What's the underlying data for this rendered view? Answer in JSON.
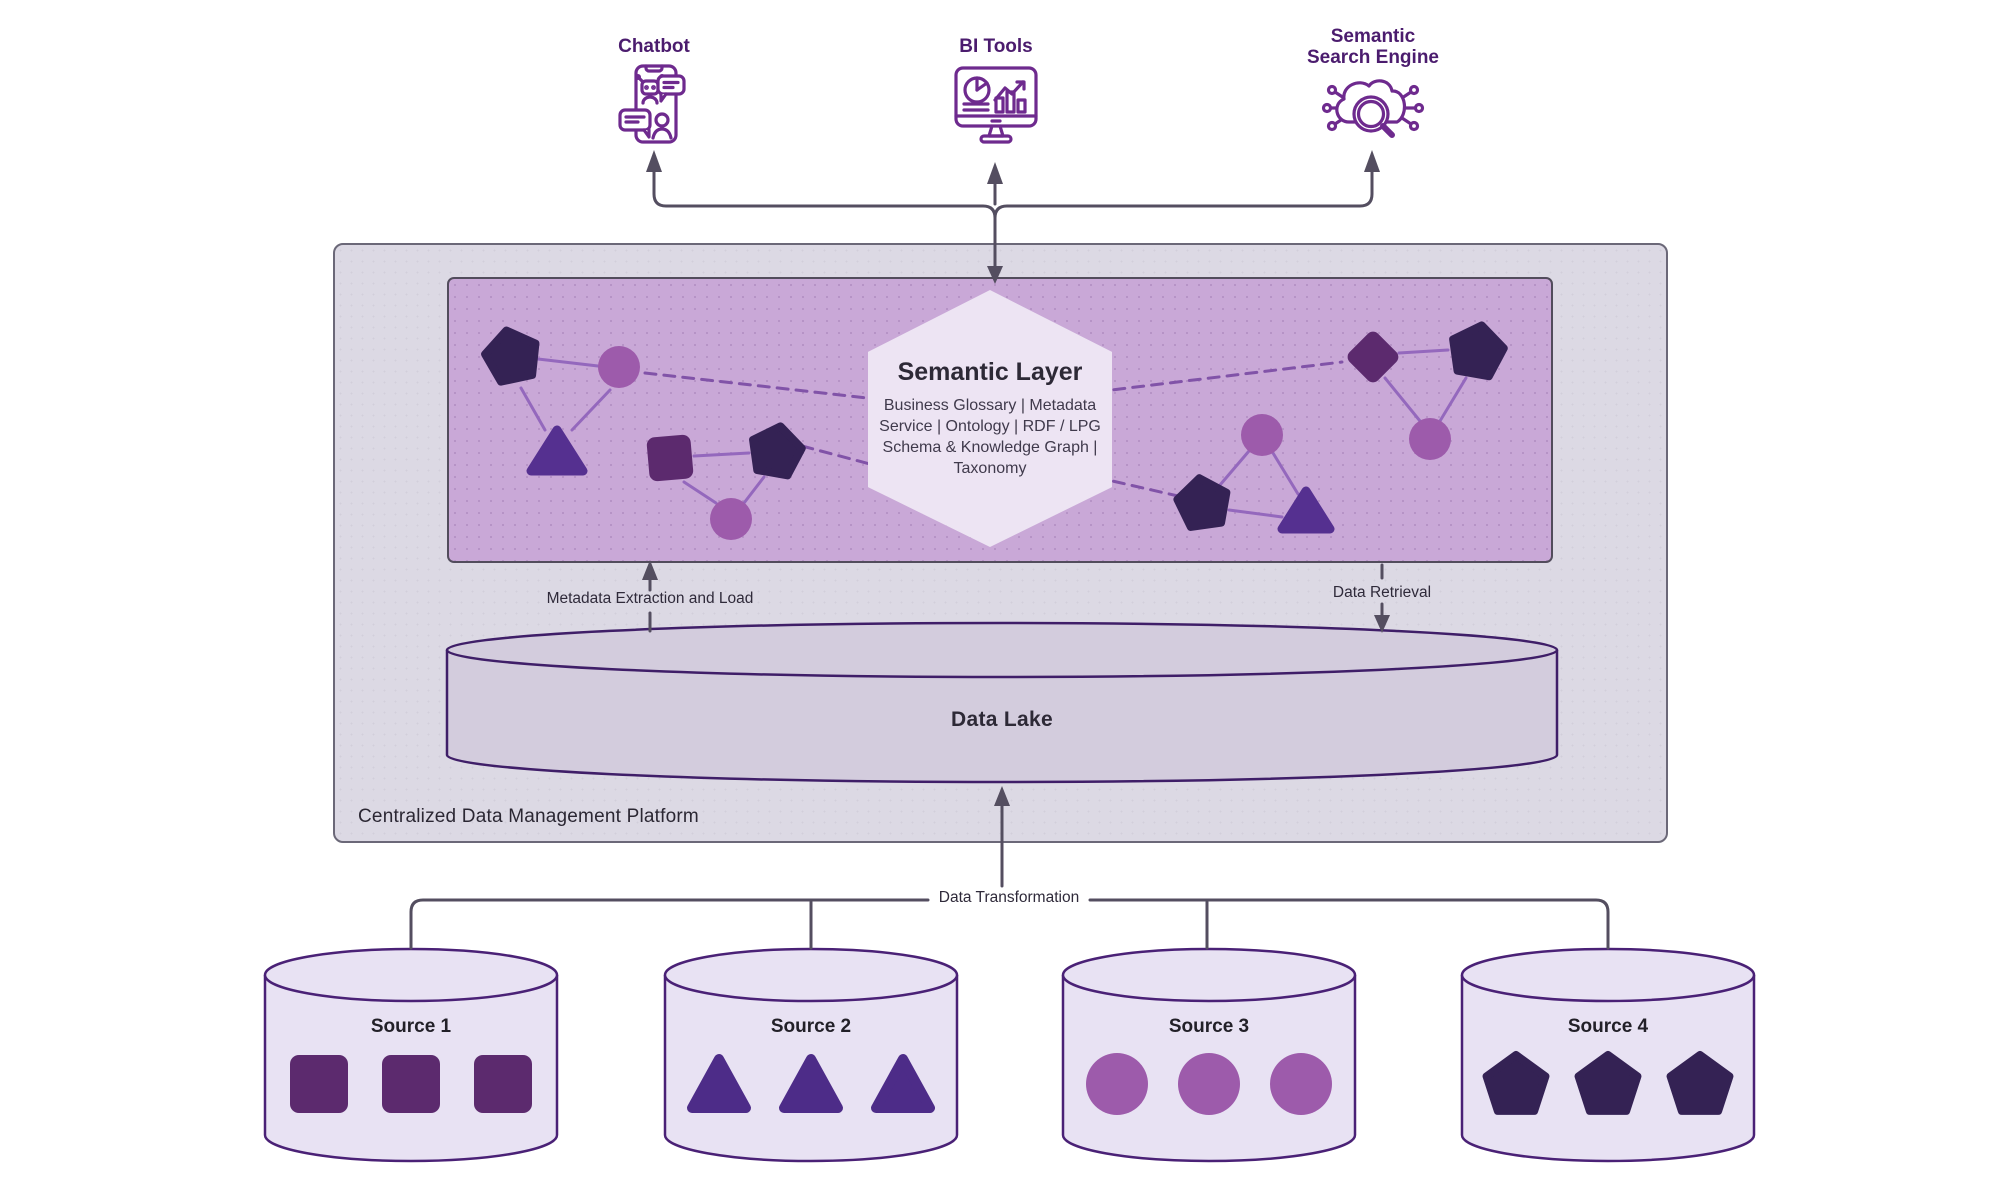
{
  "consumers": [
    {
      "label": "Chatbot"
    },
    {
      "label": "BI Tools"
    },
    {
      "label": "Semantic Search Engine"
    }
  ],
  "platform": {
    "label": "Centralized Data Management Platform",
    "semantic_layer": {
      "title": "Semantic Layer",
      "subtitle": "Business Glossary | Metadata Service | Ontology | RDF / LPG Schema & Knowledge Graph | Taxonomy"
    },
    "data_lake": {
      "label": "Data Lake"
    }
  },
  "flows": {
    "metadata_extraction": "Metadata Extraction and Load",
    "data_retrieval": "Data Retrieval",
    "data_transformation": "Data Transformation"
  },
  "sources": [
    {
      "label": "Source 1",
      "shape": "square"
    },
    {
      "label": "Source 2",
      "shape": "triangle"
    },
    {
      "label": "Source 3",
      "shape": "circle"
    },
    {
      "label": "Source 4",
      "shape": "pentagon"
    }
  ],
  "colors": {
    "label_purple": "#4b1c6e",
    "icon_stroke": "#6e2a8e",
    "arrow": "#544e60",
    "outer_box_fill": "#dcd9e4",
    "semantic_box_fill": "#c9a8d7",
    "hexagon_fill": "#ede4f3",
    "lake_fill": "#d3ccdd",
    "cylinder_stroke": "#3f1e68",
    "source_fill": "#e8e2f3",
    "shape_square": "#5c2a6e",
    "shape_triangle": "#553090",
    "shape_circle": "#9d5bab",
    "shape_pentagon": "#342254",
    "node_line": "#9468bd",
    "dashed_line": "#8153a8"
  }
}
